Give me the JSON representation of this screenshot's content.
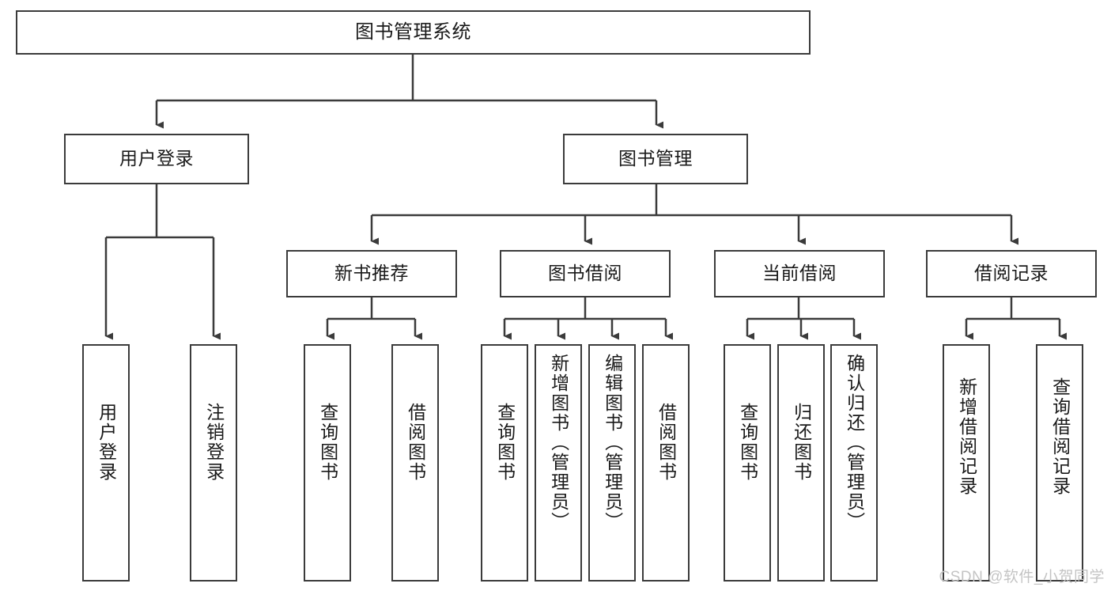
{
  "diagram": {
    "title": "图书管理系统",
    "type": "hierarchy-tree",
    "stroke_color": "#3b3b3b",
    "text_color": "#1a1a1a",
    "background": "#ffffff"
  },
  "root": {
    "label": "图书管理系统"
  },
  "level2": [
    {
      "label": "用户登录"
    },
    {
      "label": "图书管理"
    }
  ],
  "level3": [
    {
      "label": "新书推荐"
    },
    {
      "label": "图书借阅"
    },
    {
      "label": "当前借阅"
    },
    {
      "label": "借阅记录"
    }
  ],
  "leaves": {
    "user_login": [
      {
        "label": "用户登录"
      },
      {
        "label": "注销登录"
      }
    ],
    "new_book_recommend": [
      {
        "label": "查询图书"
      },
      {
        "label": "借阅图书"
      }
    ],
    "book_borrow": [
      {
        "label": "查询图书"
      },
      {
        "label": "新增图书（管理员）"
      },
      {
        "label": "编辑图书（管理员）"
      },
      {
        "label": "借阅图书"
      }
    ],
    "current_borrow": [
      {
        "label": "查询图书"
      },
      {
        "label": "归还图书"
      },
      {
        "label": "确认归还（管理员）"
      }
    ],
    "borrow_record": [
      {
        "label": "新增借阅记录"
      },
      {
        "label": "查询借阅记录"
      }
    ]
  },
  "watermark": {
    "text": "CSDN @软件_小贺同学"
  }
}
